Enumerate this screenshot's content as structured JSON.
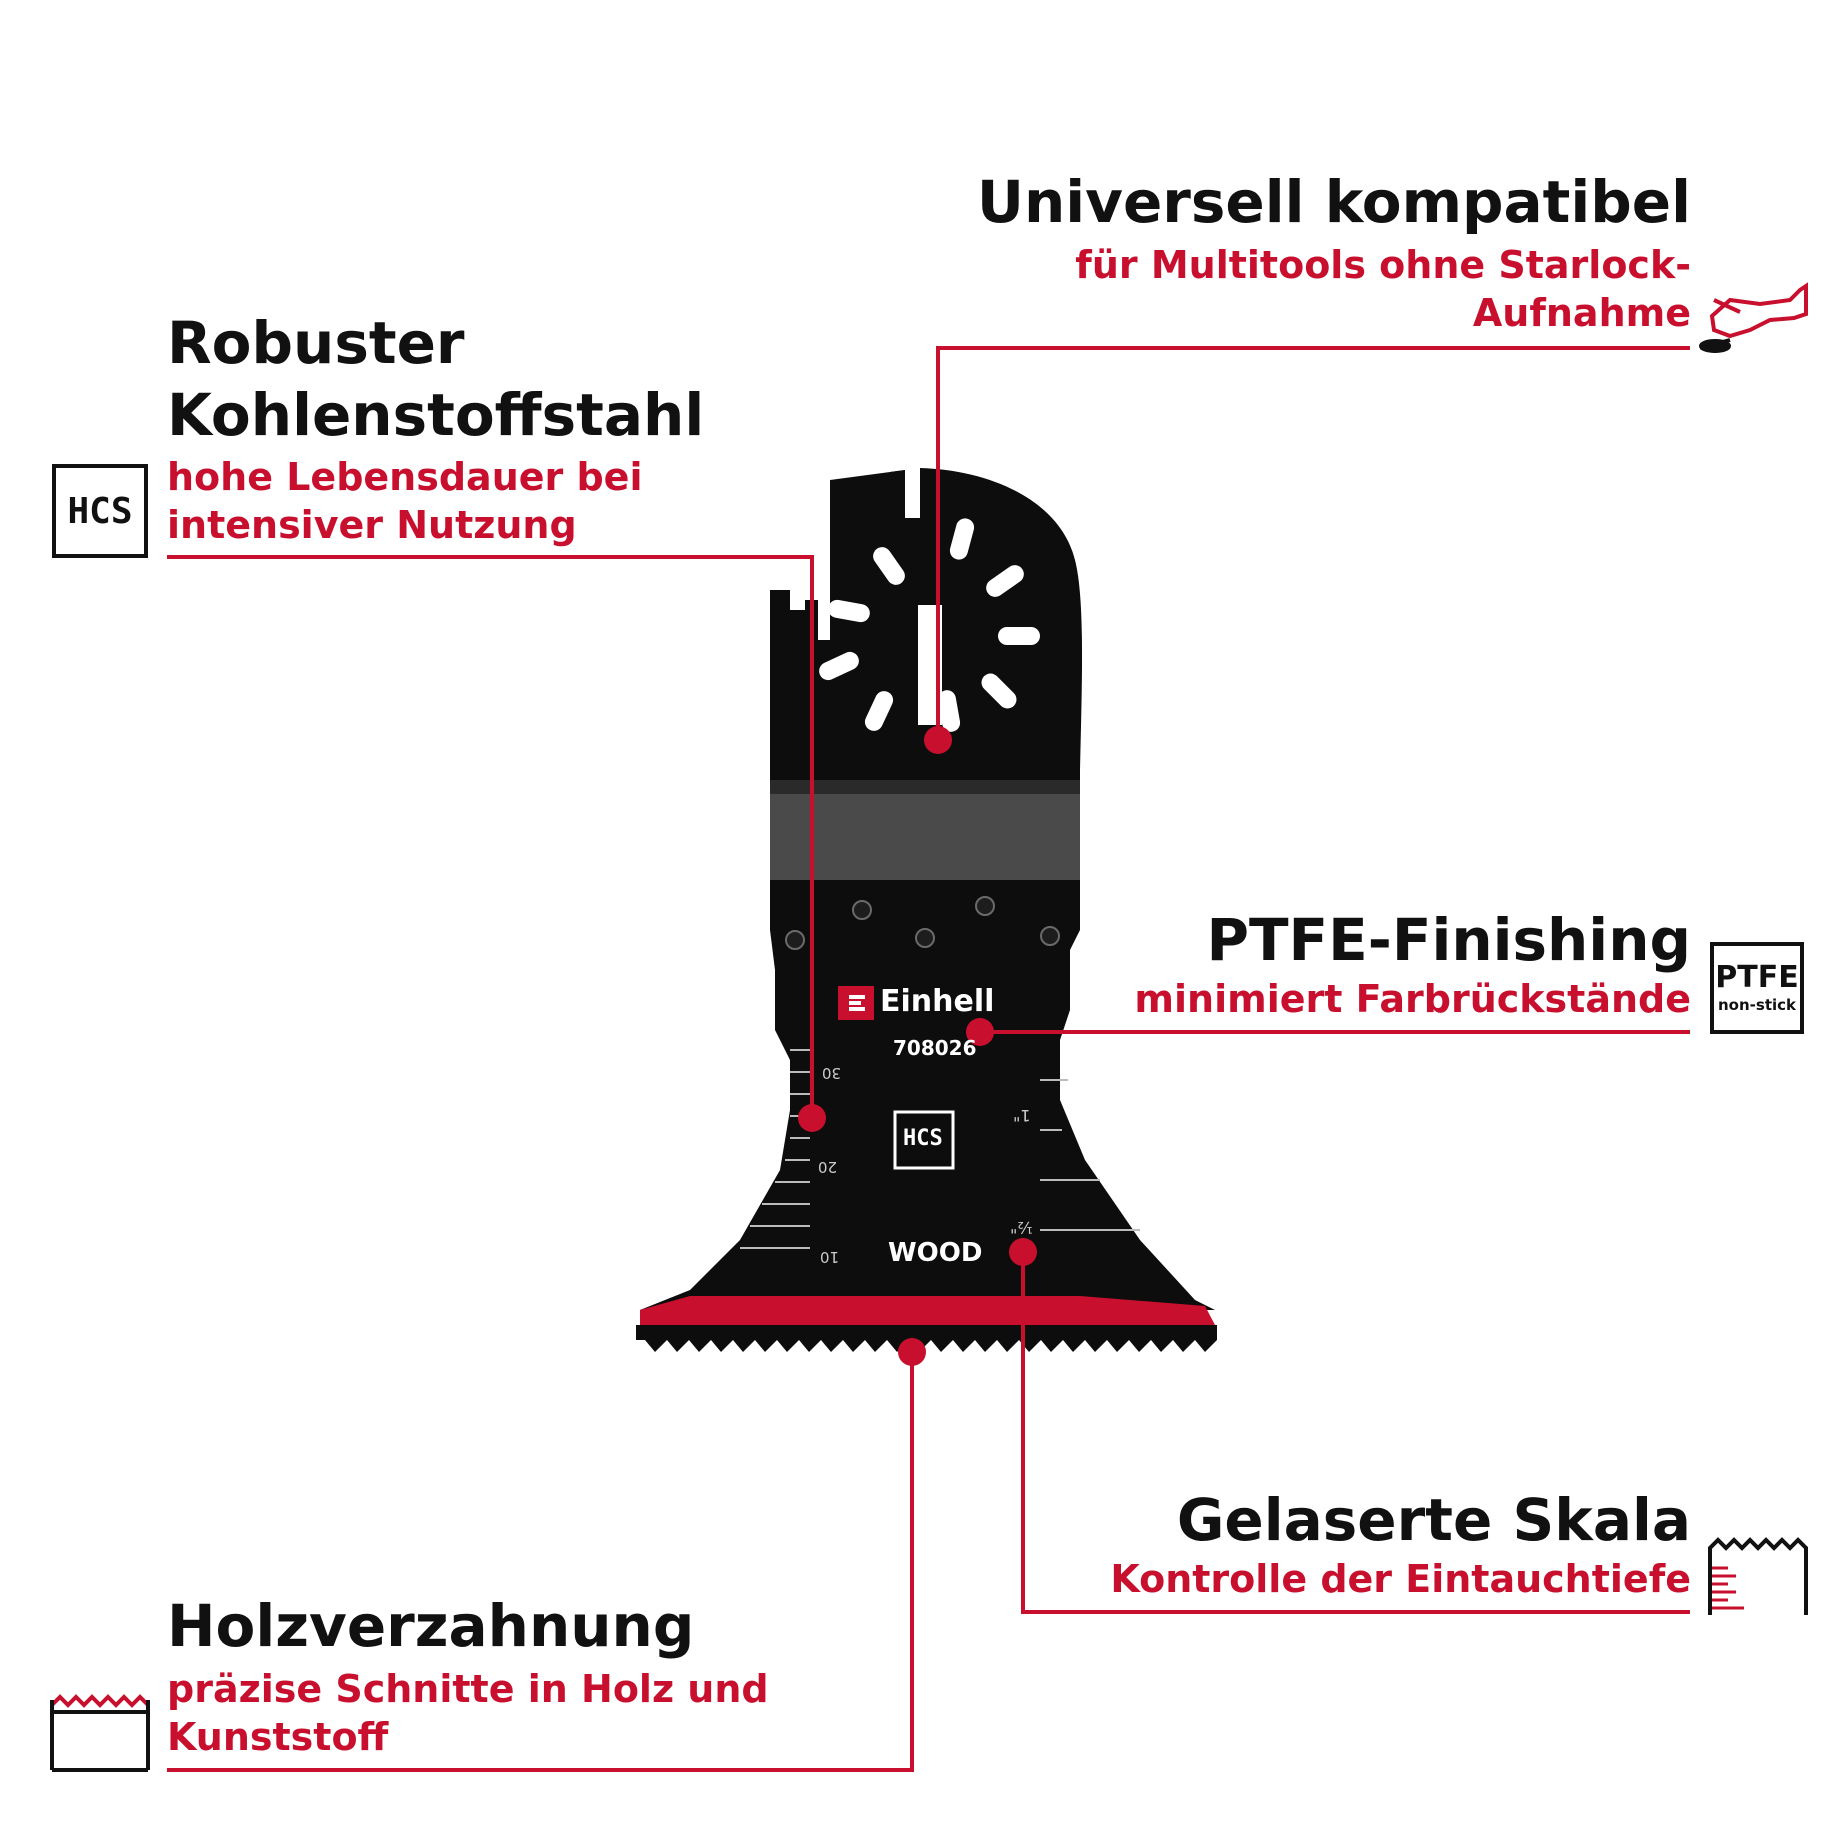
{
  "features": {
    "kompatibel": {
      "title": "Universell kompatibel",
      "line1": "für Multitools ohne Starlock-",
      "line2": "Aufnahme"
    },
    "stahl": {
      "title1": "Robuster",
      "title2": "Kohlenstoffstahl",
      "line1": "hohe Lebensdauer bei",
      "line2": "intensiver Nutzung",
      "badge": "HCS"
    },
    "ptfe": {
      "title": "PTFE-Finishing",
      "line1": "minimiert Farbrückstände",
      "badge_top": "PTFE",
      "badge_bottom": "non-stick"
    },
    "skala": {
      "title": "Gelaserte Skala",
      "line1": "Kontrolle der Eintauchtiefe"
    },
    "holz": {
      "title": "Holzverzahnung",
      "line1": "präzise Schnitte in Holz und",
      "line2": "Kunststoff"
    }
  },
  "blade": {
    "brand": "Einhell",
    "model": "708026",
    "material": "HCS",
    "type": "WOOD",
    "scale_left": [
      "30",
      "20",
      "10"
    ],
    "scale_right": [
      "1\"",
      "½\""
    ]
  },
  "colors": {
    "accent": "#c8102e",
    "text": "#111111",
    "blade": "#0d0d0d"
  },
  "icons": [
    "multitool-icon",
    "hcs-badge-icon",
    "ptfe-badge-icon",
    "depth-scale-icon",
    "wood-teeth-icon"
  ]
}
